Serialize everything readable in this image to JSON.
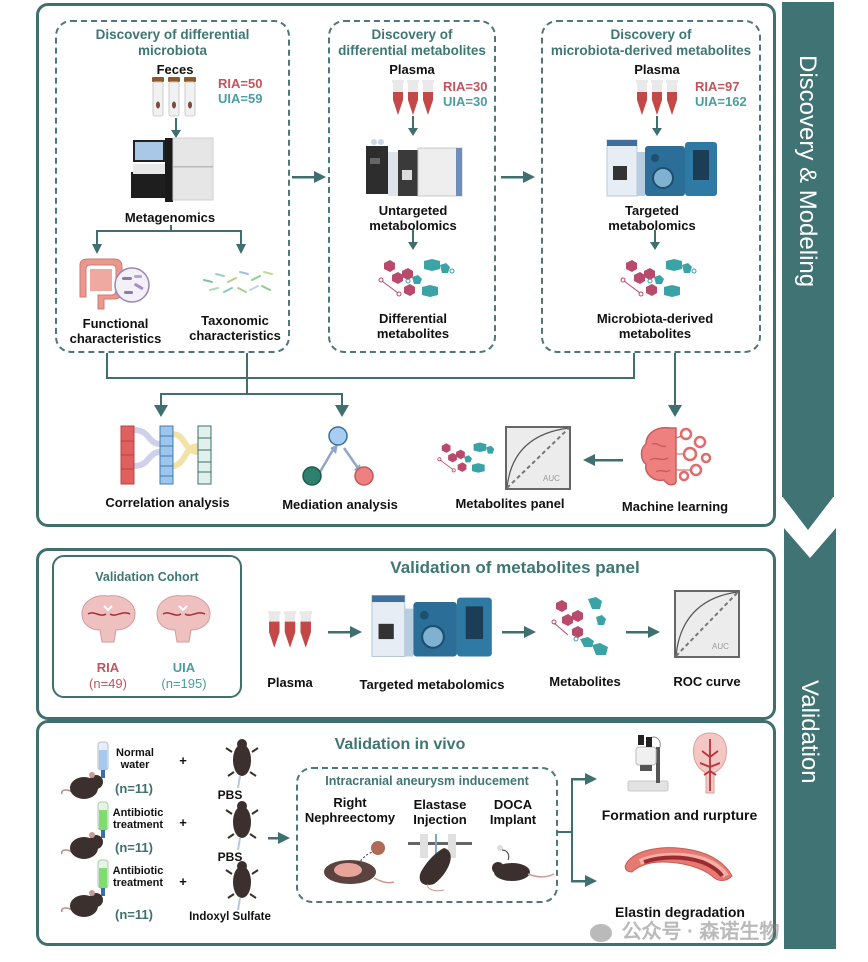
{
  "side_bands": {
    "discovery": "Discovery & Modeling",
    "validation": "Validation"
  },
  "discovery": {
    "microbiota": {
      "title": "Discovery of differential microbiota",
      "title_line1": "Discovery of differential",
      "title_line2": "microbiota",
      "sample": "Feces",
      "ria": "RIA=50",
      "uia": "UIA=59",
      "method": "Metagenomics",
      "outputs": [
        {
          "line1": "Functional",
          "line2": "characteristics"
        },
        {
          "line1": "Taxonomic",
          "line2": "characteristics"
        }
      ]
    },
    "metabolites": {
      "title_line1": "Discovery of",
      "title_line2": "differential metabolites",
      "sample": "Plasma",
      "ria": "RIA=30",
      "uia": "UIA=30",
      "method_line1": "Untargeted",
      "method_line2": "metabolomics",
      "output_line1": "Differential",
      "output_line2": "metabolites"
    },
    "microbiota_derived": {
      "title_line1": "Discovery of",
      "title_line2": "microbiota-derived metabolites",
      "sample": "Plasma",
      "ria": "RIA=97",
      "uia": "UIA=162",
      "method_line1": "Targeted",
      "method_line2": "metabolomics",
      "output_line1": "Microbiota-derived",
      "output_line2": "metabolites"
    },
    "analyses": {
      "correlation": "Correlation analysis",
      "mediation": "Mediation analysis",
      "panel": "Metabolites panel",
      "ml": "Machine learning",
      "auc": "AUC"
    }
  },
  "validation_panel": {
    "title": "Validation of metabolites panel",
    "cohort": {
      "title": "Validation Cohort",
      "groups": [
        {
          "name": "RIA",
          "n": "(n=49)"
        },
        {
          "name": "UIA",
          "n": "(n=195)"
        }
      ]
    },
    "steps": [
      "Plasma",
      "Targeted metabolomics",
      "Metabolites",
      "ROC curve"
    ],
    "auc": "AUC"
  },
  "in_vivo": {
    "title": "Validation in vivo",
    "groups": [
      {
        "treatment_line1": "Normal",
        "treatment_line2": "water",
        "n": "(n=11)",
        "injection": "PBS"
      },
      {
        "treatment_line1": "Antibiotic",
        "treatment_line2": "treatment",
        "n": "(n=11)",
        "injection": "PBS"
      },
      {
        "treatment_line1": "Antibiotic",
        "treatment_line2": "treatment",
        "n": "(n=11)",
        "injection": "Indoxyl Sulfate"
      }
    ],
    "plus": "+",
    "inducement": {
      "title": "Intracranial aneurysm inducement",
      "steps": [
        {
          "line1": "Right",
          "line2": "Nephreectomy"
        },
        {
          "line1": "Elastase",
          "line2": "Injection"
        },
        {
          "line1": "DOCA",
          "line2": "Implant"
        }
      ]
    },
    "outcomes": [
      "Formation and rurpture",
      "Elastin degradation"
    ]
  },
  "watermark": "公众号 · 森诺生物",
  "colors": {
    "teal_dark": "#3f7374",
    "teal_text": "#3f7674",
    "ria_red": "#c2545e",
    "uia_teal": "#4a9ea2"
  }
}
